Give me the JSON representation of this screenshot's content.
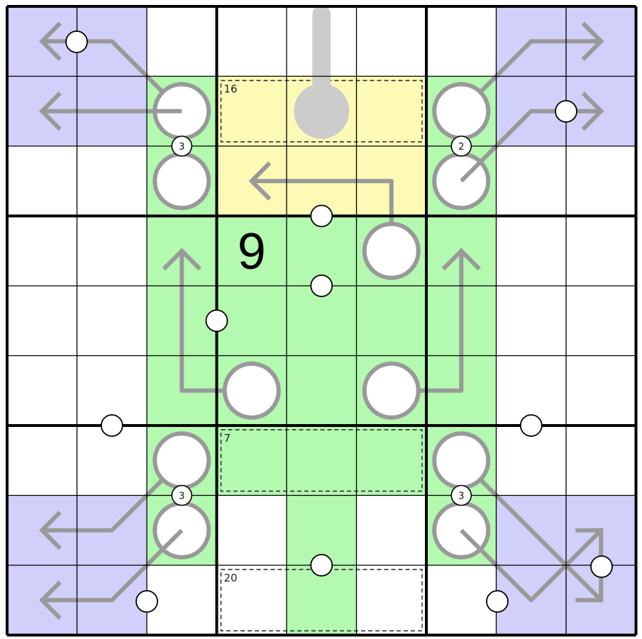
{
  "puzzle": {
    "grid_size": 9,
    "colors": {
      "blue": "#d0d0fa",
      "green": "#b3f9b0",
      "yellow": "#fdfab6",
      "line": "#999999",
      "bulb": "#cccccc",
      "grid": "#000000"
    },
    "region_colors": [
      [
        "blue",
        "blue",
        "white",
        "white",
        "white",
        "white",
        "white",
        "blue",
        "blue"
      ],
      [
        "blue",
        "blue",
        "green",
        "yellow",
        "yellow",
        "yellow",
        "green",
        "blue",
        "blue"
      ],
      [
        "white",
        "white",
        "green",
        "yellow",
        "yellow",
        "yellow",
        "green",
        "white",
        "white"
      ],
      [
        "white",
        "white",
        "green",
        "green",
        "green",
        "green",
        "green",
        "white",
        "white"
      ],
      [
        "white",
        "white",
        "green",
        "green",
        "green",
        "green",
        "green",
        "white",
        "white"
      ],
      [
        "white",
        "white",
        "green",
        "green",
        "green",
        "green",
        "green",
        "white",
        "white"
      ],
      [
        "white",
        "white",
        "green",
        "green",
        "green",
        "green",
        "green",
        "white",
        "white"
      ],
      [
        "blue",
        "blue",
        "green",
        "white",
        "green",
        "white",
        "green",
        "blue",
        "blue"
      ],
      [
        "blue",
        "blue",
        "white",
        "white",
        "green",
        "white",
        "white",
        "blue",
        "blue"
      ]
    ],
    "givens": [
      {
        "row": 4,
        "col": 4,
        "value": "9"
      }
    ],
    "cages": [
      {
        "label": "16",
        "cells": [
          [
            2,
            4
          ],
          [
            2,
            5
          ],
          [
            2,
            6
          ]
        ]
      },
      {
        "label": "7",
        "cells": [
          [
            7,
            4
          ],
          [
            7,
            5
          ],
          [
            7,
            6
          ]
        ]
      },
      {
        "label": "20",
        "cells": [
          [
            9,
            4
          ],
          [
            9,
            5
          ],
          [
            9,
            6
          ]
        ]
      }
    ],
    "thermometers": [
      {
        "bulb": [
          2,
          5
        ],
        "cells": [
          [
            2,
            5
          ],
          [
            1,
            5
          ]
        ]
      }
    ],
    "arrows": [
      {
        "circles": [
          [
            2,
            3
          ],
          [
            3,
            3
          ]
        ],
        "path": [
          [
            2,
            3
          ],
          [
            1,
            2
          ],
          [
            1,
            1
          ]
        ]
      },
      {
        "circles": [
          [
            2,
            3
          ],
          [
            3,
            3
          ]
        ],
        "path": [
          [
            2,
            3
          ],
          [
            2,
            2
          ],
          [
            2,
            1
          ]
        ]
      },
      {
        "circles": [
          [
            2,
            7
          ],
          [
            3,
            7
          ]
        ],
        "path": [
          [
            2,
            7
          ],
          [
            1,
            8
          ],
          [
            1,
            9
          ]
        ]
      },
      {
        "circles": [
          [
            2,
            7
          ],
          [
            3,
            7
          ]
        ],
        "path": [
          [
            3,
            7
          ],
          [
            2,
            8
          ],
          [
            2,
            9
          ]
        ]
      },
      {
        "circles": [
          [
            4,
            6
          ]
        ],
        "path": [
          [
            4,
            6
          ],
          [
            3,
            6
          ],
          [
            3,
            4
          ]
        ]
      },
      {
        "circles": [
          [
            6,
            4
          ]
        ],
        "path": [
          [
            6,
            4
          ],
          [
            6,
            3
          ],
          [
            4,
            3
          ]
        ]
      },
      {
        "circles": [
          [
            6,
            6
          ]
        ],
        "path": [
          [
            6,
            6
          ],
          [
            6,
            7
          ],
          [
            4,
            7
          ]
        ]
      },
      {
        "circles": [
          [
            7,
            3
          ],
          [
            8,
            3
          ]
        ],
        "path": [
          [
            7,
            3
          ],
          [
            8,
            2
          ],
          [
            8,
            1
          ]
        ]
      },
      {
        "circles": [
          [
            7,
            3
          ],
          [
            8,
            3
          ]
        ],
        "path": [
          [
            8,
            3
          ],
          [
            9,
            2
          ],
          [
            9,
            1
          ]
        ]
      },
      {
        "circles": [
          [
            7,
            7
          ],
          [
            8,
            7
          ]
        ],
        "path": [
          [
            7,
            7
          ],
          [
            8,
            8
          ],
          [
            9,
            9
          ]
        ]
      },
      {
        "circles": [
          [
            7,
            7
          ],
          [
            8,
            7
          ]
        ],
        "path": [
          [
            8,
            7
          ],
          [
            9,
            8
          ],
          [
            8,
            9
          ]
        ]
      }
    ],
    "clue_dots": [
      {
        "cells": [
          [
            2,
            3
          ],
          [
            3,
            3
          ]
        ],
        "label": "3"
      },
      {
        "cells": [
          [
            2,
            7
          ],
          [
            3,
            7
          ]
        ],
        "label": "2"
      },
      {
        "cells": [
          [
            7,
            3
          ],
          [
            8,
            3
          ]
        ],
        "label": "3"
      },
      {
        "cells": [
          [
            7,
            7
          ],
          [
            8,
            7
          ]
        ],
        "label": "3"
      }
    ],
    "white_dots": [
      {
        "cells": [
          [
            3,
            5
          ],
          [
            4,
            5
          ]
        ]
      },
      {
        "cells": [
          [
            4,
            5
          ],
          [
            5,
            5
          ]
        ]
      },
      {
        "cells": [
          [
            5,
            3
          ],
          [
            5,
            4
          ]
        ]
      },
      {
        "cells": [
          [
            6,
            2
          ],
          [
            7,
            2
          ]
        ]
      },
      {
        "cells": [
          [
            6,
            8
          ],
          [
            7,
            8
          ]
        ]
      },
      {
        "cells": [
          [
            8,
            5
          ],
          [
            9,
            5
          ]
        ]
      }
    ],
    "lone_dots": [
      {
        "cell": [
          1,
          2
        ],
        "where": "top-left-of-center"
      },
      {
        "cell": [
          2,
          9
        ],
        "where": "left"
      },
      {
        "cell": [
          9,
          2
        ],
        "where": "right-bottom"
      },
      {
        "cell": [
          9,
          8
        ],
        "where": "left-bottom"
      },
      {
        "cell": [
          9,
          9
        ],
        "where": "right"
      }
    ]
  }
}
